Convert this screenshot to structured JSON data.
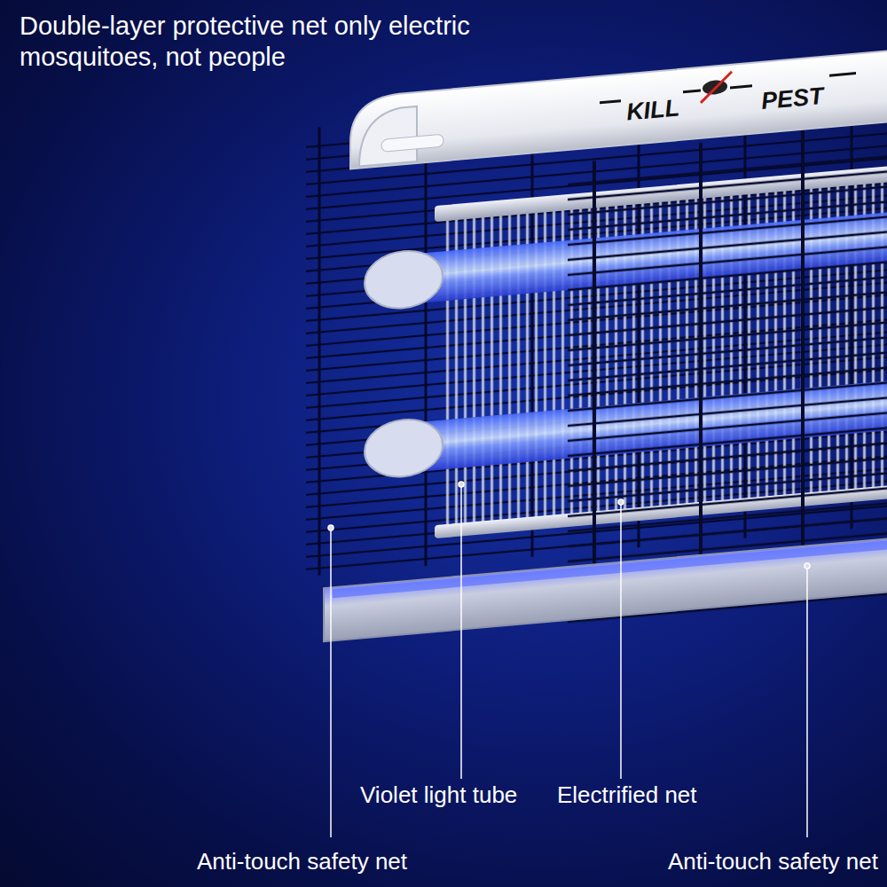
{
  "diagram": {
    "title": "Double-layer protective net only electric mosquitoes, not people",
    "labels": [
      "KILL",
      "PEST",
      "Violet light tube",
      "Electrified net",
      "Anti-touch safety net",
      "Anti-touch safety net"
    ]
  }
}
